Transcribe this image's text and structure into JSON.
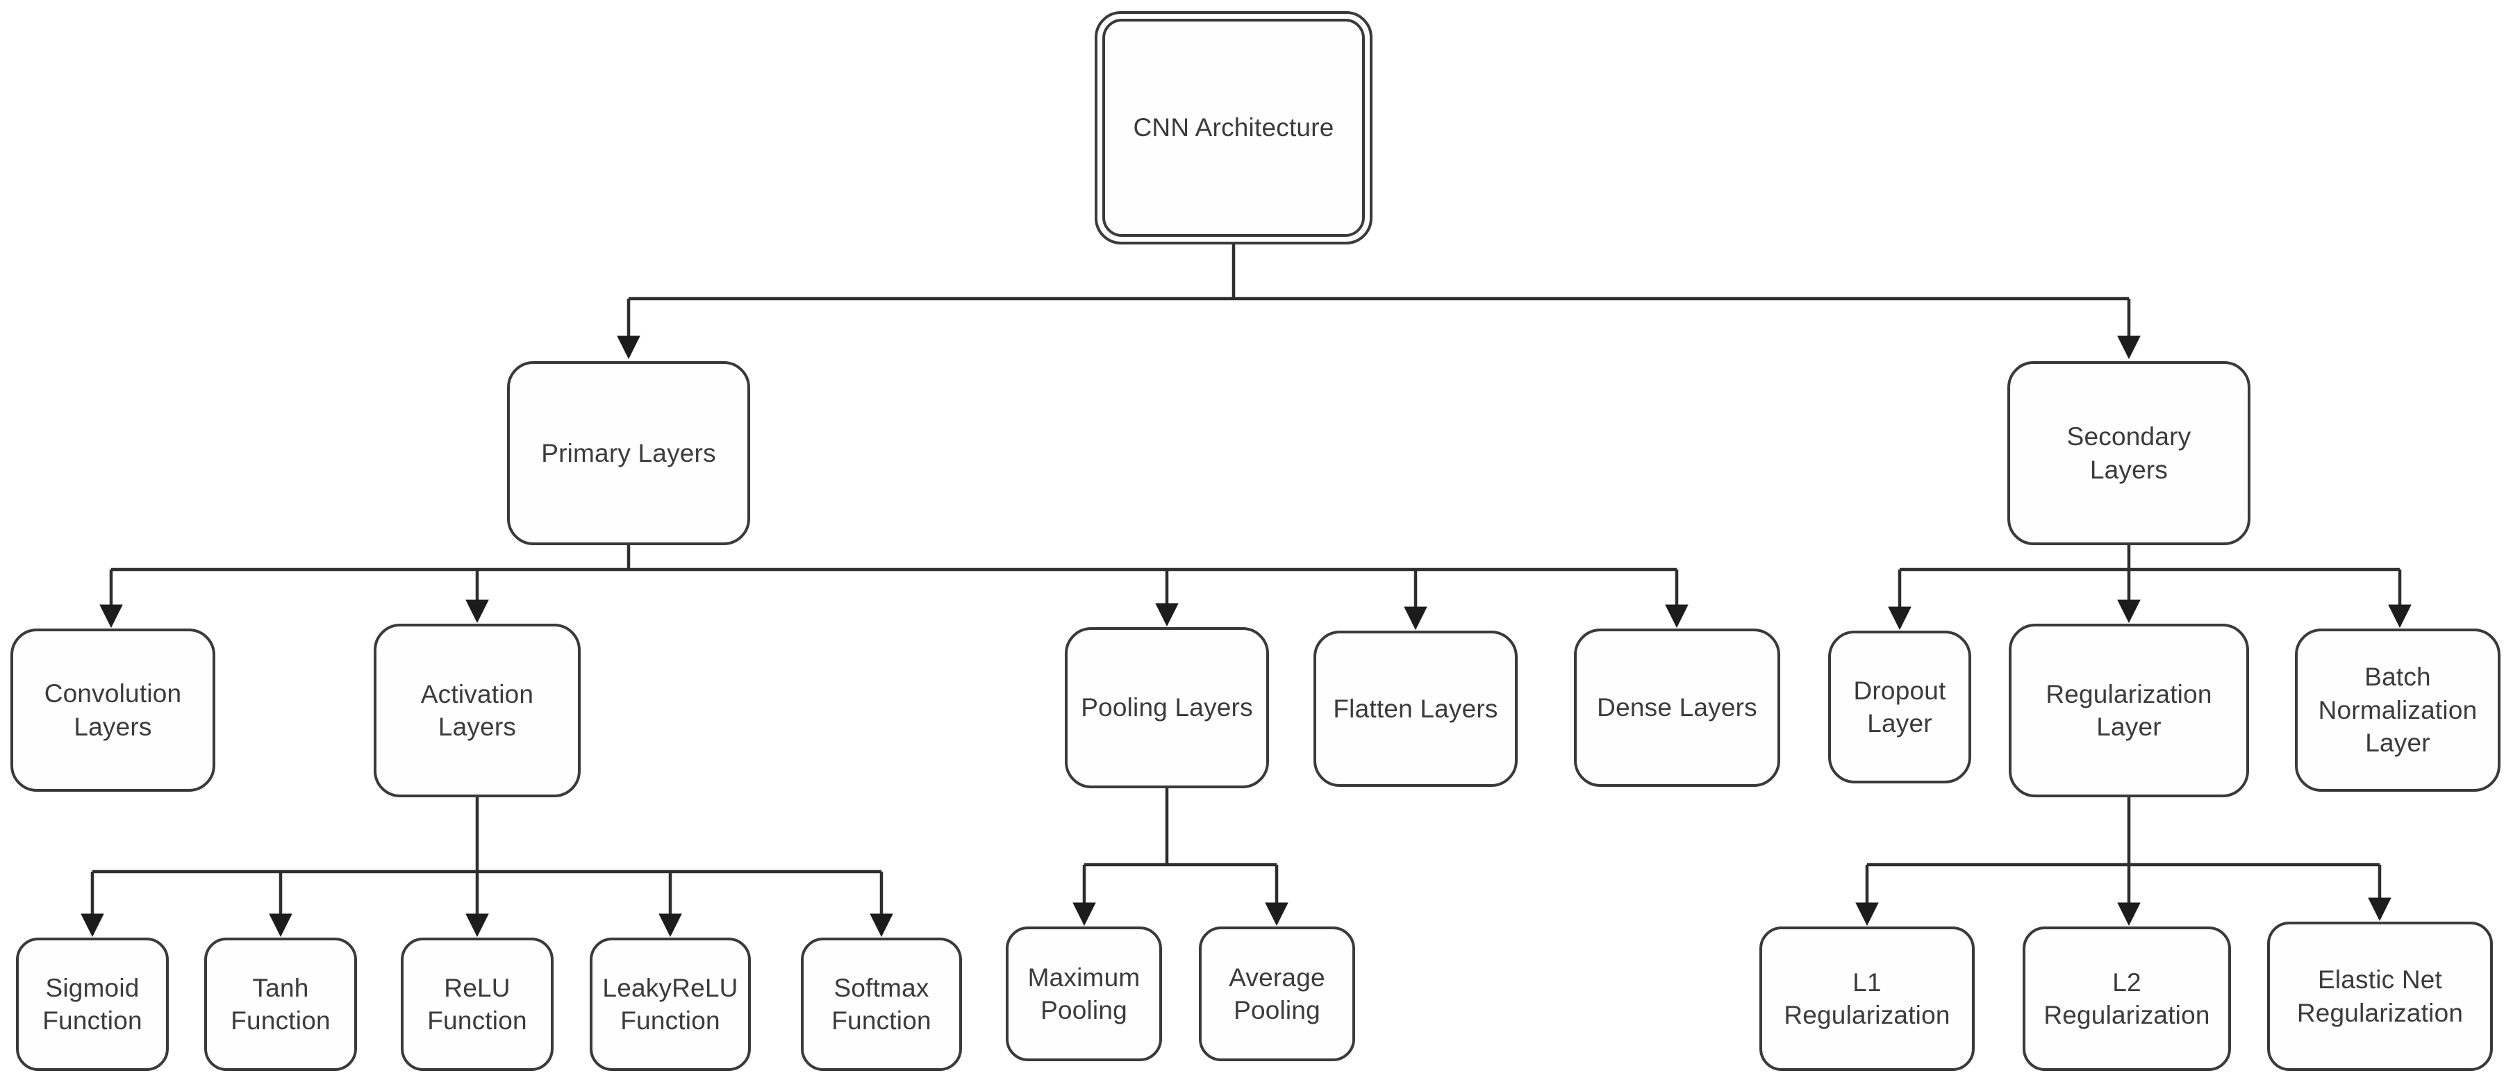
{
  "diagram": {
    "type": "flowchart-tree",
    "title": "CNN Architecture",
    "background_color": "#ffffff",
    "line_color": "#2e2e2e",
    "box_border_color": "#3a3a3a",
    "text_color": "#3b3b3b"
  },
  "nodes": {
    "cnn": {
      "label": "CNN Architecture"
    },
    "primary": {
      "label": "Primary Layers"
    },
    "secondary": {
      "label": "Secondary Layers"
    },
    "convolution": {
      "label": "Convolution Layers"
    },
    "activation": {
      "label": "Activation Layers"
    },
    "pooling": {
      "label": "Pooling Layers"
    },
    "flatten": {
      "label": "Flatten Layers"
    },
    "dense": {
      "label": "Dense Layers"
    },
    "dropout": {
      "label": "Dropout Layer"
    },
    "regularization": {
      "label": "Regularization Layer"
    },
    "batchnorm": {
      "label": "Batch Normalization Layer"
    },
    "sigmoid": {
      "label": "Sigmoid Function"
    },
    "tanh": {
      "label": "Tanh Function"
    },
    "relu": {
      "label": "ReLU Function"
    },
    "leakyrelu": {
      "label": "LeakyReLU Function"
    },
    "softmax": {
      "label": "Softmax Function"
    },
    "maxpool": {
      "label": "Maximum Pooling"
    },
    "avgpool": {
      "label": "Average Pooling"
    },
    "l1": {
      "label": "L1 Regularization"
    },
    "l2": {
      "label": "L2 Regularization"
    },
    "elasticnet": {
      "label": "Elastic Net Regularization"
    }
  },
  "edges": [
    {
      "from": "cnn",
      "to": "primary"
    },
    {
      "from": "cnn",
      "to": "secondary"
    },
    {
      "from": "primary",
      "to": "convolution"
    },
    {
      "from": "primary",
      "to": "activation"
    },
    {
      "from": "primary",
      "to": "pooling"
    },
    {
      "from": "primary",
      "to": "flatten"
    },
    {
      "from": "primary",
      "to": "dense"
    },
    {
      "from": "secondary",
      "to": "dropout"
    },
    {
      "from": "secondary",
      "to": "regularization"
    },
    {
      "from": "secondary",
      "to": "batchnorm"
    },
    {
      "from": "activation",
      "to": "sigmoid"
    },
    {
      "from": "activation",
      "to": "tanh"
    },
    {
      "from": "activation",
      "to": "relu"
    },
    {
      "from": "activation",
      "to": "leakyrelu"
    },
    {
      "from": "activation",
      "to": "softmax"
    },
    {
      "from": "pooling",
      "to": "maxpool"
    },
    {
      "from": "pooling",
      "to": "avgpool"
    },
    {
      "from": "regularization",
      "to": "l1"
    },
    {
      "from": "regularization",
      "to": "l2"
    },
    {
      "from": "regularization",
      "to": "elasticnet"
    }
  ]
}
